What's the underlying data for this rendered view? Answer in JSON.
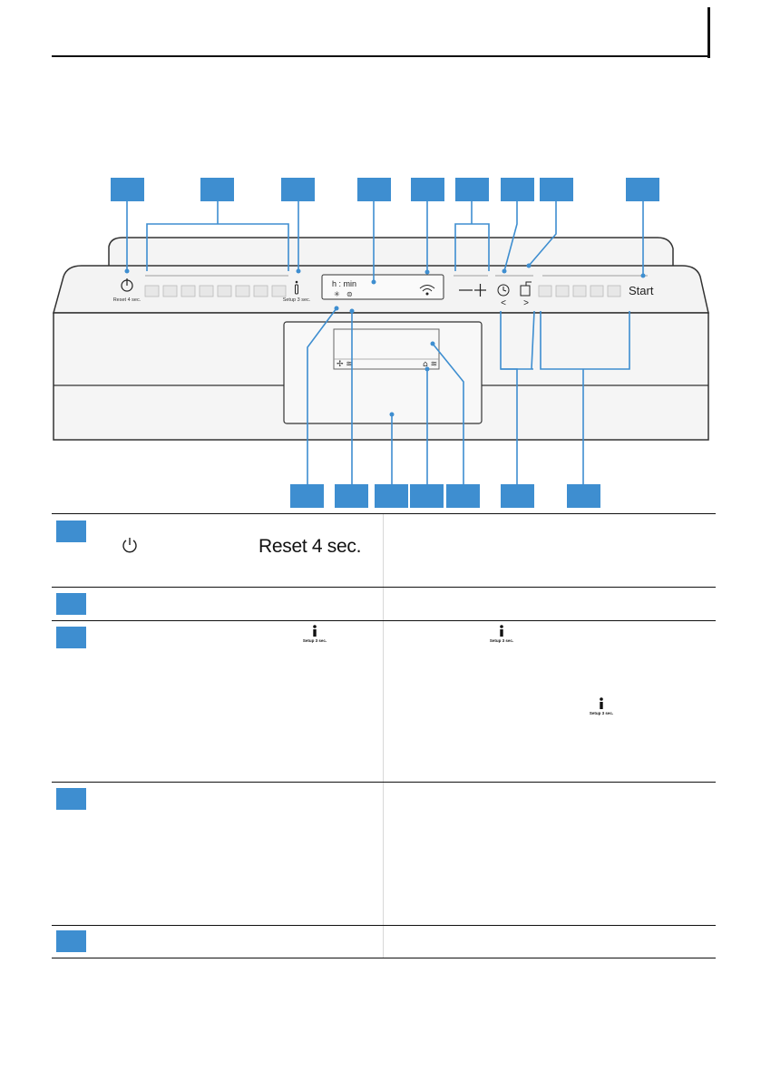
{
  "panel": {
    "display_time_label": "h : min",
    "power_button_caption": "Reset 4 sec.",
    "info_button_caption": "Setup 3 sec.",
    "start_label": "Start"
  },
  "table": {
    "row1": {
      "reset_text": "Reset 4 sec."
    },
    "row3": {
      "setup_caption": "Setup 3 sec."
    }
  },
  "colors": {
    "callout": "#3e8ed0",
    "line": "#3e8ed0",
    "panel_fill": "#f4f4f4",
    "outline": "#222222"
  },
  "icons": [
    "power-icon",
    "info-icon",
    "wifi-icon",
    "clock-icon",
    "child-lock-icon",
    "rinse-aid-icon",
    "salt-icon",
    "chevron-left-icon",
    "chevron-right-icon",
    "minus-icon",
    "plus-icon"
  ]
}
